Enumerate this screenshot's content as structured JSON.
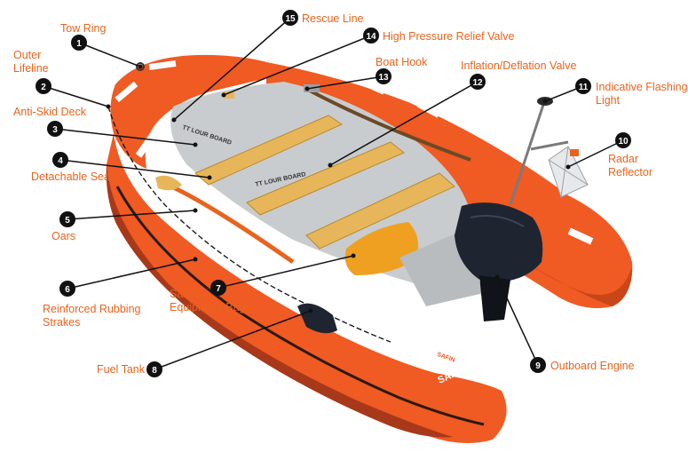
{
  "colors": {
    "label": "#e8641e",
    "hull": "#f05a23",
    "hull_dark": "#c8461a",
    "hull_shadow": "#a8381a",
    "deck": "#c9ccce",
    "wood": "#e8b65a",
    "engine": "#1e2530",
    "callout": "#111111"
  },
  "callouts": [
    {
      "id": "tow-ring",
      "number": "1",
      "lines": [
        "Tow Ring"
      ]
    },
    {
      "id": "outer-lifeline",
      "number": "2",
      "lines": [
        "Outer",
        "Lifeline"
      ]
    },
    {
      "id": "anti-skid-deck",
      "number": "3",
      "lines": [
        "Anti-Skid Deck"
      ]
    },
    {
      "id": "detachable-seats",
      "number": "4",
      "lines": [
        "Detachable Seats"
      ]
    },
    {
      "id": "oars",
      "number": "5",
      "lines": [
        "Oars"
      ]
    },
    {
      "id": "reinforced-rubbing-strakes",
      "number": "6",
      "lines": [
        "Reinforced Rubbing",
        "Strakes"
      ]
    },
    {
      "id": "safety-equipment-bag",
      "number": "7",
      "lines": [
        "Safety",
        "Equipment Bag"
      ]
    },
    {
      "id": "fuel-tank",
      "number": "8",
      "lines": [
        "Fuel Tank"
      ]
    },
    {
      "id": "outboard-engine",
      "number": "9",
      "lines": [
        "Outboard Engine"
      ]
    },
    {
      "id": "radar-reflector",
      "number": "10",
      "lines": [
        "Radar",
        "Reflector"
      ]
    },
    {
      "id": "indicative-flashing-light",
      "number": "11",
      "lines": [
        "Indicative Flashing",
        "Light"
      ]
    },
    {
      "id": "inflation-deflation-valve",
      "number": "12",
      "lines": [
        "Inflation/Deflation Valve"
      ]
    },
    {
      "id": "boat-hook",
      "number": "13",
      "lines": [
        "Boat Hook"
      ]
    },
    {
      "id": "high-pressure-relief-valve",
      "number": "14",
      "lines": [
        "High Pressure Relief Valve"
      ]
    },
    {
      "id": "rescue-line",
      "number": "15",
      "lines": [
        "Rescue Line"
      ]
    }
  ],
  "boat_markings": {
    "brand": "SAFIN 420",
    "logo_text": "SAFIN",
    "deck_text": "TT LOUR BOARD"
  }
}
